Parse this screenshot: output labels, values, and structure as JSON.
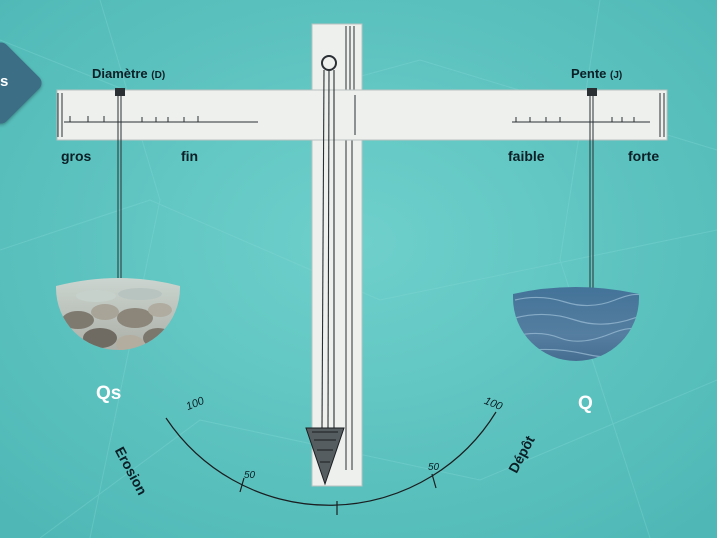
{
  "corner_badge": {
    "text": "s"
  },
  "beam": {
    "left_title": "Diamètre",
    "left_symbol": "(D)",
    "right_title": "Pente",
    "right_symbol": "(J)",
    "left_low": "gros",
    "left_high": "fin",
    "right_low": "faible",
    "right_high": "forte"
  },
  "weights": {
    "left_label": "Qs",
    "right_label": "Q"
  },
  "dial": {
    "left_label": "Erosion",
    "right_label": "Dépôt",
    "tick_left_top": "100",
    "tick_left_mid": "50",
    "tick_right_mid": "50",
    "tick_right_top": "100"
  },
  "colors": {
    "background": "#5cc4c0",
    "beam": "#eef0ee",
    "pencil": "#2a2f33",
    "water": "#3f6f92",
    "stones": "#8f8a80",
    "badge": "#3c6e86"
  }
}
